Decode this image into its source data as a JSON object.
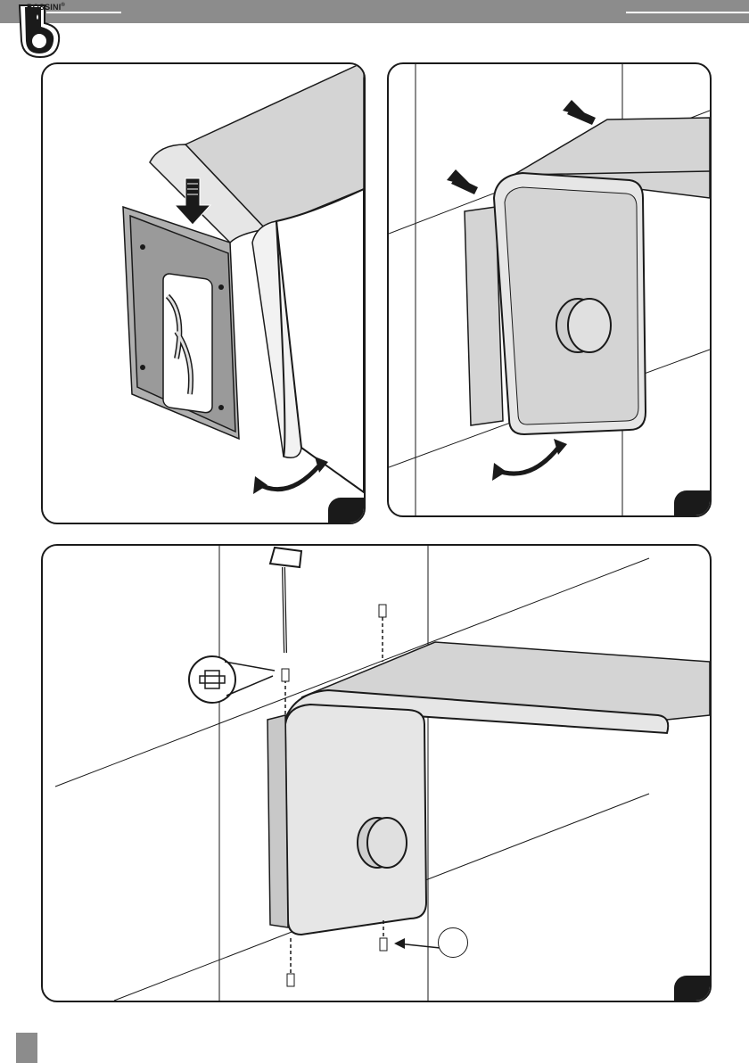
{
  "brand": {
    "logo_text": "BOSSINI",
    "registered_mark": "®"
  },
  "figures": [
    {
      "id": "fig-a",
      "tab_label": ""
    },
    {
      "id": "fig-b",
      "tab_label": ""
    },
    {
      "id": "fig-c",
      "tab_label": ""
    }
  ],
  "callout_marker": "",
  "colors": {
    "header_bar": "#8c8c8c",
    "ink": "#1a1a1a",
    "fill": "#d4d4d4",
    "panel_fill": "#9a9a9a"
  }
}
